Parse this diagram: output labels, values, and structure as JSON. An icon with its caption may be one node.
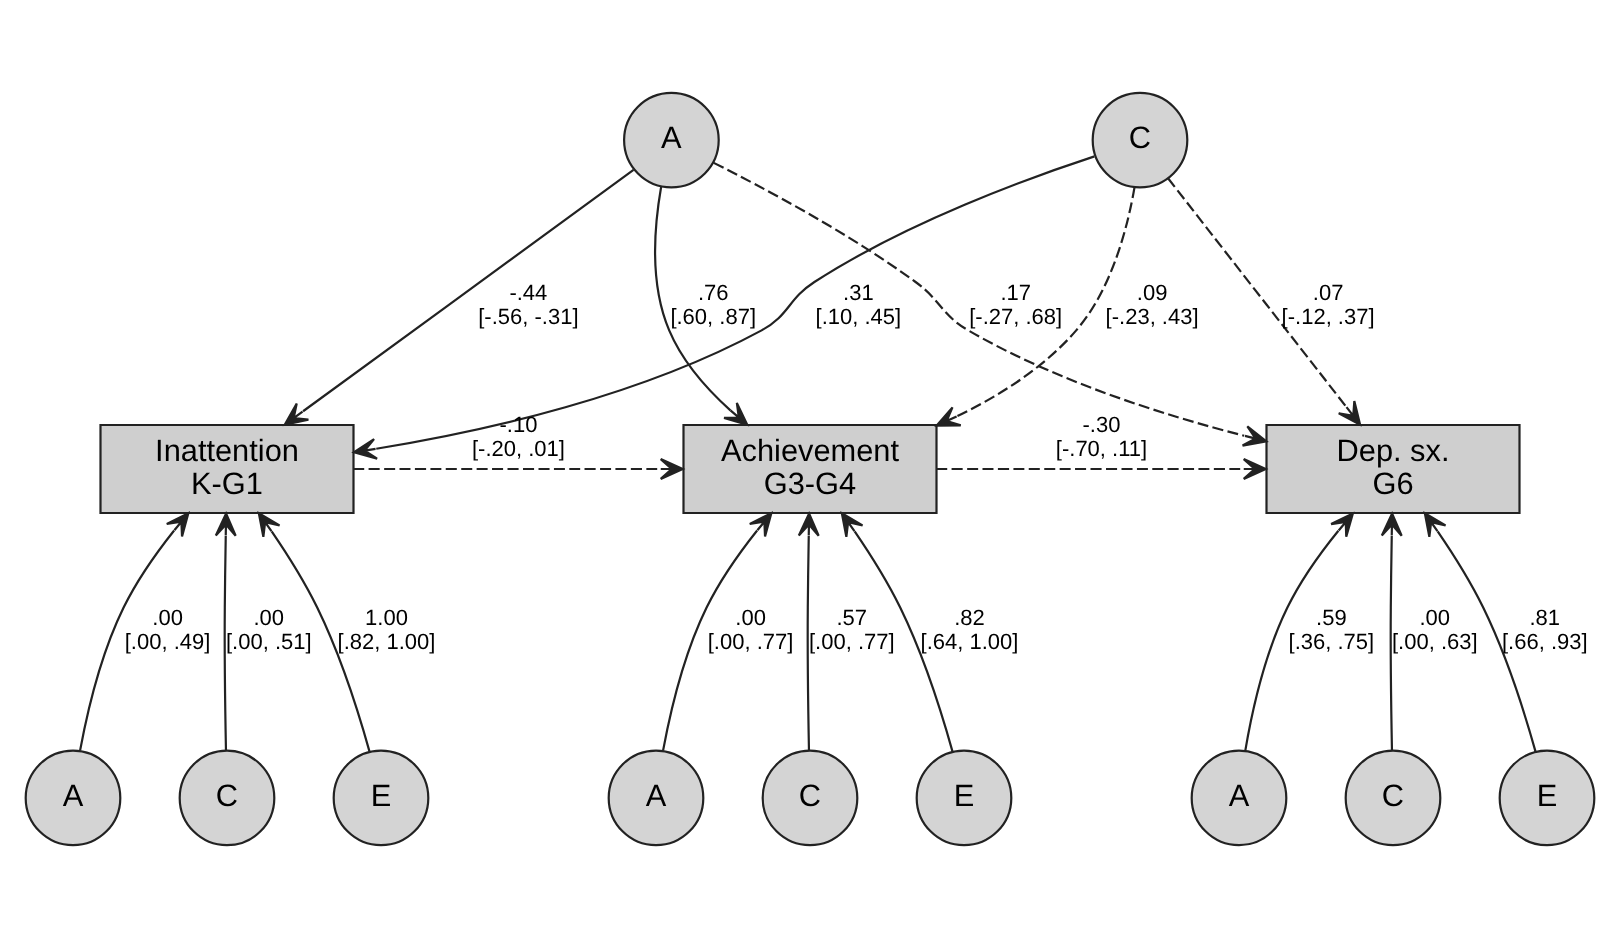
{
  "diagram": {
    "nodes": [
      {
        "text": [
          "A"
        ]
      },
      {
        "text": [
          "C"
        ]
      },
      {
        "text": [
          "Inattention",
          "K-G1"
        ]
      },
      {
        "text": [
          "Achievement",
          "G3-G4"
        ]
      },
      {
        "text": [
          "Dep. sx.",
          "G6"
        ]
      },
      {
        "text": [
          "A"
        ]
      },
      {
        "text": [
          "C"
        ]
      },
      {
        "text": [
          "E"
        ]
      },
      {
        "text": [
          "A"
        ]
      },
      {
        "text": [
          "C"
        ]
      },
      {
        "text": [
          "E"
        ]
      },
      {
        "text": [
          "A"
        ]
      },
      {
        "text": [
          "C"
        ]
      },
      {
        "text": [
          "E"
        ]
      }
    ],
    "edges": [
      {
        "from": 0,
        "to": 2,
        "arrow": "to",
        "label": "-.44 [-.56, -.31]"
      },
      {
        "from": 0,
        "to": 3,
        "arrow": "to",
        "label": ".76 [.60, .87]"
      },
      {
        "from": 0,
        "to": 4,
        "arrow": "to",
        "label": ".17 [-.27, .68]",
        "style": "dashed"
      },
      {
        "from": 1,
        "to": 2,
        "arrow": "to",
        "label": ".31 [.10, .45]"
      },
      {
        "from": 1,
        "to": 3,
        "arrow": "to",
        "label": ".09 [-.23, .43]",
        "style": "dashed"
      },
      {
        "from": 1,
        "to": 4,
        "arrow": "to",
        "label": ".07 [-.12, .37]",
        "style": "dashed"
      },
      {
        "from": 2,
        "to": 3,
        "arrow": "to",
        "label": "-.10 [-.20, .01]",
        "style": "dashed"
      },
      {
        "from": 3,
        "to": 4,
        "arrow": "to",
        "label": "-.30 [-.70, .11]",
        "style": "dashed"
      },
      {
        "from": 5,
        "to": 2,
        "arrow": "to",
        "label": ".00 [.00, .49]"
      },
      {
        "from": 6,
        "to": 2,
        "arrow": "to",
        "label": ".00 [.00, .51]"
      },
      {
        "from": 7,
        "to": 2,
        "arrow": "to",
        "label": "1.00 [.82, 1.00]"
      },
      {
        "from": 8,
        "to": 3,
        "arrow": "to",
        "label": ".00 [.00, .77]"
      },
      {
        "from": 9,
        "to": 3,
        "arrow": "to",
        "label": ".57 [.00, .77]"
      },
      {
        "from": 10,
        "to": 3,
        "arrow": "to",
        "label": ".82 [.64, 1.00]"
      },
      {
        "from": 11,
        "to": 4,
        "arrow": "to",
        "label": ".59 [.36, .75]"
      },
      {
        "from": 12,
        "to": 4,
        "arrow": "to",
        "label": ".00 [.00, .63]"
      },
      {
        "from": 13,
        "to": 4,
        "arrow": "to",
        "label": ".81 [.66, .93]"
      }
    ]
  }
}
